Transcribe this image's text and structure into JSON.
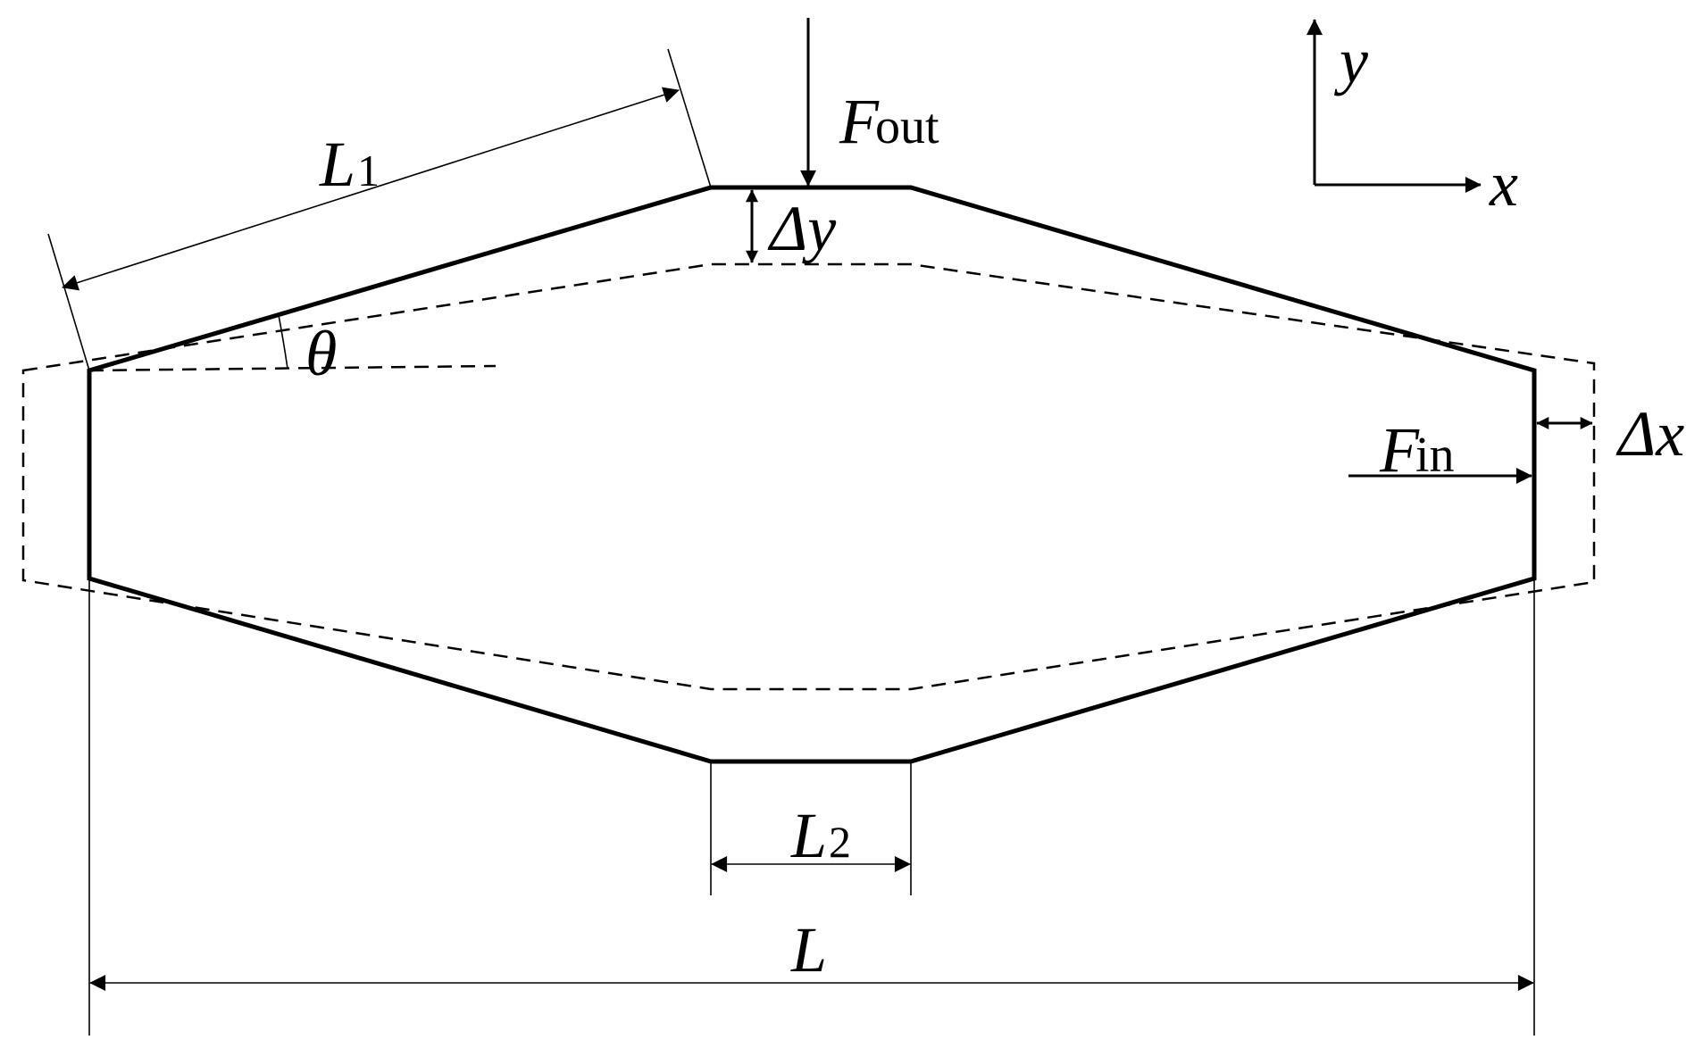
{
  "labels": {
    "L1_main": "L",
    "L1_sub": "1",
    "F_out_main": "F",
    "F_out_sub": "out",
    "delta_y": "Δy",
    "theta": "θ",
    "y_axis": "y",
    "x_axis": "x",
    "F_in_main": "F",
    "F_in_sub": "in",
    "delta_x": "Δx",
    "L2_main": "L",
    "L2_sub": "2",
    "L": "L"
  }
}
